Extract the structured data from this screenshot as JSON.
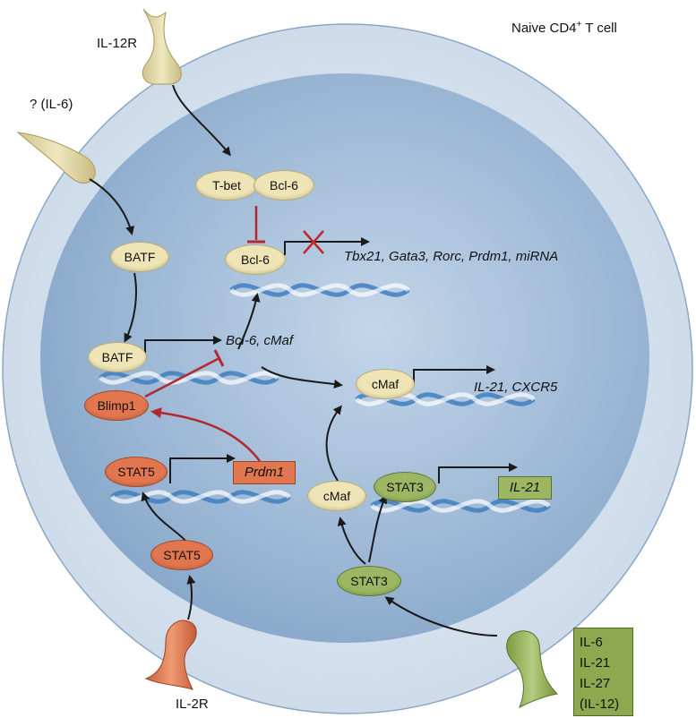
{
  "cell_label_main": "Naive CD4",
  "cell_label_sup": "+",
  "cell_label_tail": " T cell",
  "receptors": {
    "il12r": "IL-12R",
    "unknown": "? (IL-6)",
    "il2r": "IL-2R"
  },
  "proteins": {
    "tbet": "T-bet",
    "bcl6_complex": "Bcl-6",
    "bcl6": "Bcl-6",
    "batf_top": "BATF",
    "batf_dna": "BATF",
    "blimp1": "Blimp1",
    "cmaf_dna": "cMaf",
    "cmaf_lower": "cMaf",
    "stat5_dna": "STAT5",
    "stat5_lower": "STAT5",
    "stat3_dna": "STAT3",
    "stat3_lower": "STAT3"
  },
  "genes": {
    "bcl6_targets": "Tbx21, Gata3, Rorc, Prdm1, miRNA",
    "batf_targets": "Bcl-6, cMaf",
    "cmaf_targets": "IL-21, CXCR5",
    "prdm1": "Prdm1",
    "il21": "IL-21"
  },
  "cytokines": [
    "IL-6",
    "IL-21",
    "IL-27",
    "(IL-12)"
  ],
  "colors": {
    "outer_cell": "#d9e4ef",
    "nucleus": "#9bb9d6",
    "beige_protein": "#efe4b6",
    "stat5": "#e2764f",
    "stat3": "#9cb663",
    "inhibit": "#b3282d",
    "dna": "#3f7fc0"
  }
}
